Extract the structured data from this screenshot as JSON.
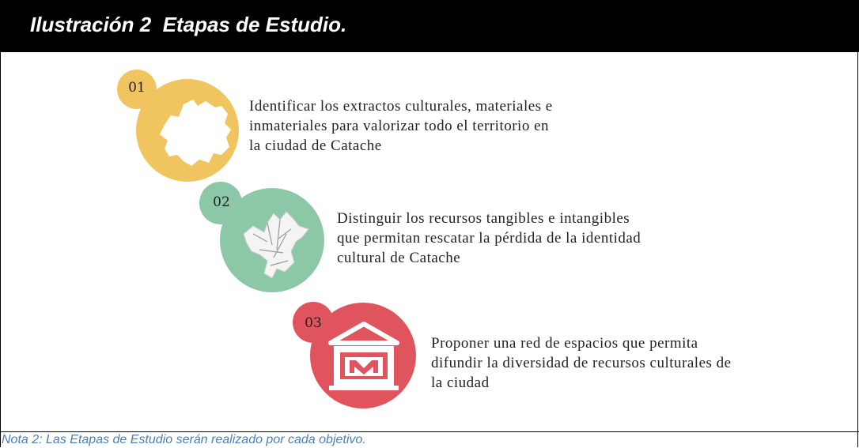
{
  "title": "Ilustración 2  Etapas de Estudio.",
  "note": "Nota 2: Las Etapas de Estudio serán realizado por cada objetivo.",
  "colors": {
    "step1": "#f0c55f",
    "step2": "#8cc7a8",
    "step3": "#e0555d"
  },
  "steps": [
    {
      "number": "01",
      "icon": "territory-map-icon",
      "lines": [
        "Identificar los extractos culturales, materiales e",
        "inmateriales para valorizar todo el territorio en",
        "la ciudad de Catache"
      ]
    },
    {
      "number": "02",
      "icon": "city-map-icon",
      "lines": [
        "Distinguir los recursos tangibles e intangibles",
        "que permitan rescatar la pérdida de la identidad",
        "cultural de Catache"
      ]
    },
    {
      "number": "03",
      "icon": "museum-icon",
      "lines": [
        "Proponer una red de espacios que permita",
        "difundir la diversidad de recursos culturales de",
        "la ciudad"
      ]
    }
  ]
}
